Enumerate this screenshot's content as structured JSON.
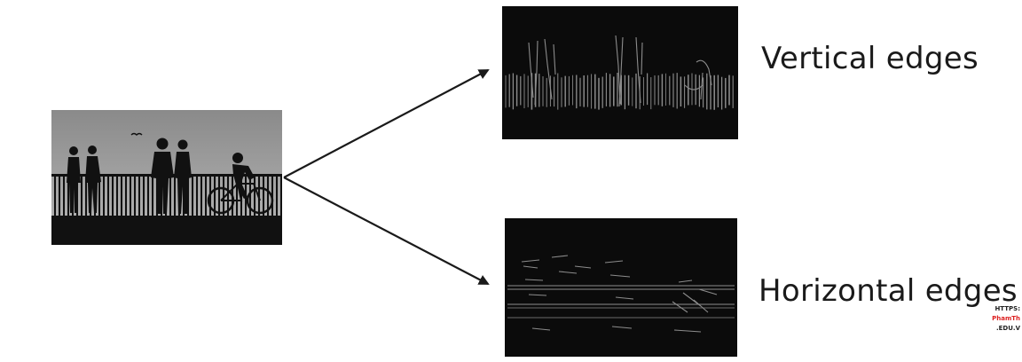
{
  "labels": {
    "vertical": "Vertical edges",
    "horizontal": "Horizontal edges"
  },
  "watermark": {
    "line1": "HTTPS:",
    "line2": "PhamTh",
    "line3": ".EDU.V"
  },
  "colors": {
    "sky_top": "#8a8a8a",
    "sky_bottom": "#b0b0b0",
    "silhouette": "#111111",
    "edge_bg": "#0b0b0b",
    "edge_line": "#8c8c8c",
    "arrow": "#1a1a1a"
  },
  "nodes": [
    {
      "id": "input-image",
      "name": "input-silhouette-photo"
    },
    {
      "id": "vertical-edges-image",
      "name": "vertical-edges-output"
    },
    {
      "id": "horizontal-edges-image",
      "name": "horizontal-edges-output"
    }
  ]
}
